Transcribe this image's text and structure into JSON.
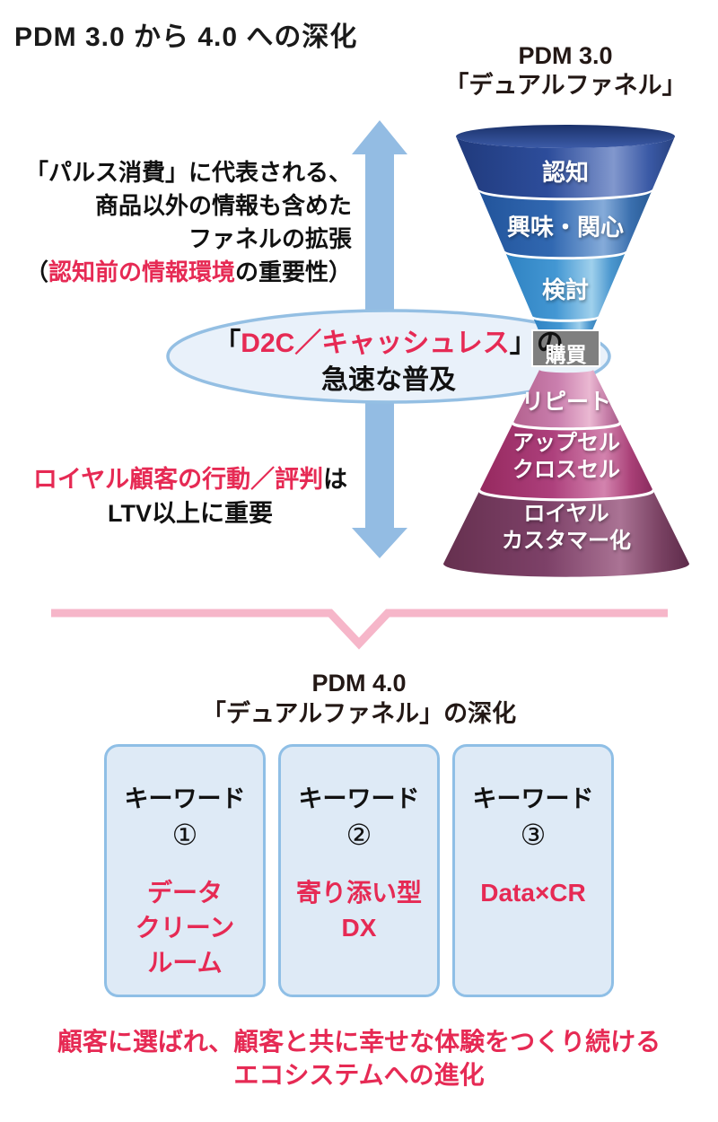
{
  "title": "PDM 3.0 から 4.0 への深化",
  "accent": {
    "red": "#e62a54",
    "arrow_blue": "#93bce3",
    "divider_pink": "#f6b6c9",
    "ellipse_fill": "#e9f1fa",
    "ellipse_stroke": "#94bfe3",
    "box_fill": "#deeaf6",
    "box_border": "#8fbfe6",
    "purchase_gray": "#7f7f7f"
  },
  "pdm30": {
    "heading1": "PDM 3.0",
    "heading2": "「デュアルファネル」",
    "upper_stages": [
      {
        "label": "認知",
        "color": "#2d4d9b"
      },
      {
        "label": "興味・関心",
        "color": "#3168b1"
      },
      {
        "label": "検討",
        "color": "#4397d3"
      }
    ],
    "purchase": {
      "label": "購買",
      "color": "#7f7f7f"
    },
    "lower_stages": [
      {
        "lines": [
          "リピート"
        ],
        "color": "#ca7fae"
      },
      {
        "lines": [
          "アップセル",
          "クロスセル"
        ],
        "color": "#ad407c"
      },
      {
        "lines": [
          "ロイヤル",
          "カスタマー化"
        ],
        "color": "#7d4168"
      }
    ]
  },
  "annotations": {
    "expansion": {
      "line1": "「パルス消費」に代表される、",
      "line2": "商品以外の情報も含めた",
      "line3": "ファネルの拡張",
      "line4_open": "（",
      "line4_red": "認知前の情報環境",
      "line4_rest": "の重要性）"
    },
    "d2c": {
      "open": "「",
      "red": "D2C／キャッシュレス",
      "close": "」の",
      "line2": "急速な普及"
    },
    "loyal": {
      "red": "ロイヤル顧客の行動／評判",
      "suffix": "は",
      "line2": "LTV以上に重要"
    }
  },
  "pdm40": {
    "heading1": "PDM 4.0",
    "heading2": "「デュアルファネル」の深化",
    "keywords": [
      {
        "header": "キーワード",
        "number": "①",
        "lines": [
          "データ",
          "クリーン",
          "ルーム"
        ]
      },
      {
        "header": "キーワード",
        "number": "②",
        "lines": [
          "寄り添い型",
          "DX"
        ]
      },
      {
        "header": "キーワード",
        "number": "③",
        "lines": [
          "Data×CR"
        ]
      }
    ],
    "footer1": "顧客に選ばれ、顧客と共に幸せな体験をつくり続ける",
    "footer2": "エコシステムへの進化"
  }
}
